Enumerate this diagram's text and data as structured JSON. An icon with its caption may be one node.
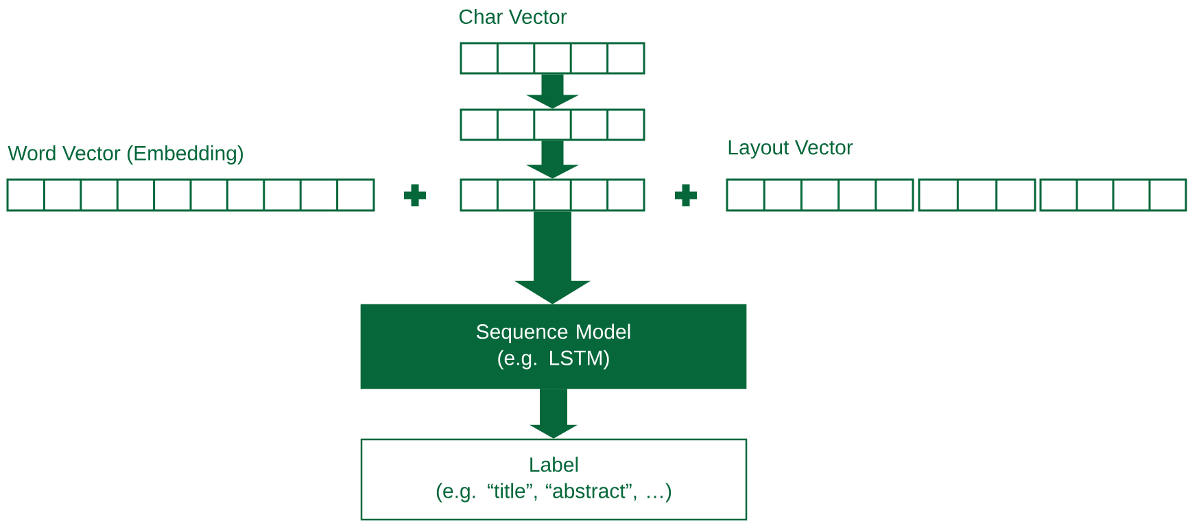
{
  "diagram": {
    "nodes": [
      {
        "text": [
          "Char Vector"
        ]
      },
      {
        "text": [],
        "shape": "box"
      },
      {
        "text": [],
        "shape": "box"
      },
      {
        "text": [
          "Word Vector (Embedding)"
        ]
      },
      {
        "text": [
          "Layout Vector"
        ]
      },
      {
        "text": [],
        "shape": "box"
      },
      {
        "text": [],
        "shape": "box"
      },
      {
        "text": [
          "Sequence Model",
          "(e.g. LSTM)"
        ]
      },
      {
        "text": [
          "Label",
          "(e.g. “title”, “abstract”, …)"
        ]
      }
    ],
    "edges": [
      {
        "from": 0,
        "to": 1,
        "arrow": "to"
      },
      {
        "from": 1,
        "to": 2,
        "arrow": "to"
      },
      {
        "from": 2,
        "to": 7,
        "arrow": "to"
      },
      {
        "from": 7,
        "to": 8,
        "arrow": "to"
      }
    ]
  }
}
